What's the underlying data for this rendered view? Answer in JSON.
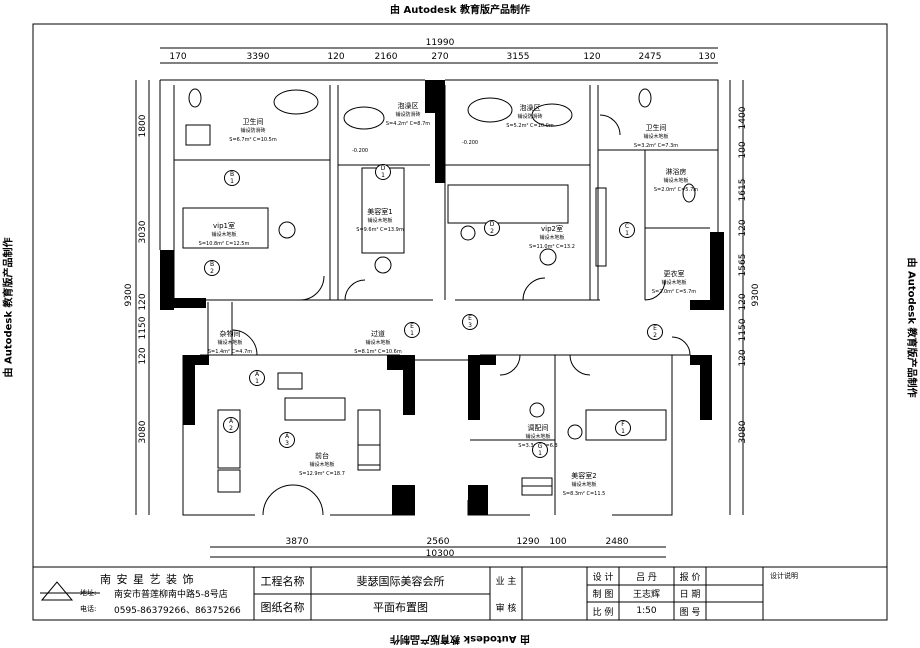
{
  "watermark": "由 Autodesk 教育版产品制作",
  "dims_top": [
    "170",
    "3390",
    "120",
    "2160",
    "270",
    "3155",
    "120",
    "2475",
    "130"
  ],
  "dim_overall_top": "11990",
  "dims_bottom": [
    "3870",
    "2560",
    "1290",
    "100",
    "2480"
  ],
  "dim_overall_bottom": "10300",
  "dims_left": [
    "1800",
    "3030",
    "120",
    "1150",
    "120",
    "3080"
  ],
  "dim_left_total": "9300",
  "dims_right": [
    "1400",
    "100",
    "1615",
    "120",
    "1565",
    "120",
    "1150",
    "120",
    "3080"
  ],
  "dim_right_total": "9300",
  "rooms": [
    {
      "name": "卫生间",
      "floor": "铺设防滑砖",
      "area": "S=6.7m² C=10.5m"
    },
    {
      "name": "泡澡区",
      "floor": "铺设防滑砖",
      "area": "S=4.2m² C=8.7m"
    },
    {
      "name": "泡澡区",
      "floor": "铺设防滑砖",
      "area": "S=5.2m² C=10.0m"
    },
    {
      "name": "卫生间",
      "floor": "铺设木地板",
      "area": "S=3.2m² C=7.3m"
    },
    {
      "name": "淋浴房",
      "floor": "铺设木地板",
      "area": "S=2.0m² C=5.7m"
    },
    {
      "name": "vip1室",
      "floor": "铺设木地板",
      "area": "S=10.8m² C=12.5m"
    },
    {
      "name": "美容室1",
      "floor": "铺设木地板",
      "area": "S=9.6m² C=13.9m"
    },
    {
      "name": "vip2室",
      "floor": "铺设木地板",
      "area": "S=11.0m² C=13.2"
    },
    {
      "name": "更衣室",
      "floor": "铺设木地板",
      "area": "S=2.0m² C=5.7m"
    },
    {
      "name": "杂物间",
      "floor": "铺设木地板",
      "area": "S=1.4m² C=4.7m"
    },
    {
      "name": "过道",
      "floor": "铺设木地板",
      "area": "S=8.1m² C=10.6m"
    },
    {
      "name": "前台",
      "floor": "铺设木地板",
      "area": "S=12.9m² C=18.7"
    },
    {
      "name": "调配间",
      "floor": "铺设木地板",
      "area": "S=3.3m² C=6.3"
    },
    {
      "name": "美容室2",
      "floor": "铺设木地板",
      "area": "S=8.3m² C=11.5"
    }
  ],
  "level_marks": [
    "-0.200",
    "-0.200"
  ],
  "markers": [
    "B",
    "2",
    "D",
    "1",
    "D",
    "2",
    "C",
    "1",
    "B",
    "1",
    "E",
    "1",
    "E",
    "3",
    "E",
    "2",
    "A",
    "1",
    "A",
    "2",
    "A",
    "3",
    "G",
    "1",
    "F",
    "1"
  ],
  "title_block": {
    "company": "南 安 星 艺 装 饰",
    "address_label": "地址:",
    "address": "南安市普莲柳南中路5-8号店",
    "phone_label": "电话:",
    "phone": "0595-86379266、86375266",
    "project_label": "工程名称",
    "project_value": "斐瑟国际美容会所",
    "drawing_label": "图纸名称",
    "drawing_value": "平面布置图",
    "owner_label": "业 主",
    "review_label": "审 核",
    "design_label": "设 计",
    "design_value": "吕 丹",
    "draw_label": "制 图",
    "draw_value": "王志辉",
    "scale_label": "比 例",
    "scale_value": "1:50",
    "quote_label": "报 价",
    "date_label": "日 期",
    "sheet_label": "图 号",
    "notes_label": "设计说明"
  }
}
